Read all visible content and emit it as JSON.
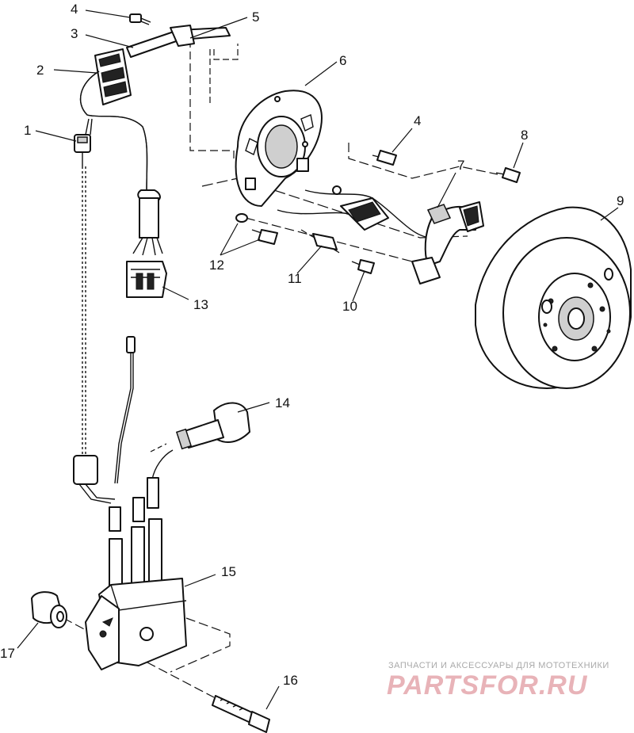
{
  "callouts": [
    {
      "id": "1",
      "text": "1"
    },
    {
      "id": "2",
      "text": "2"
    },
    {
      "id": "3",
      "text": "3"
    },
    {
      "id": "4a",
      "text": "4"
    },
    {
      "id": "4b",
      "text": "4"
    },
    {
      "id": "5",
      "text": "5"
    },
    {
      "id": "6",
      "text": "6"
    },
    {
      "id": "7",
      "text": "7"
    },
    {
      "id": "8",
      "text": "8"
    },
    {
      "id": "9",
      "text": "9"
    },
    {
      "id": "10",
      "text": "10"
    },
    {
      "id": "11",
      "text": "11"
    },
    {
      "id": "12",
      "text": "12"
    },
    {
      "id": "13",
      "text": "13"
    },
    {
      "id": "14",
      "text": "14"
    },
    {
      "id": "15",
      "text": "15"
    },
    {
      "id": "16",
      "text": "16"
    },
    {
      "id": "17",
      "text": "17"
    }
  ],
  "watermark": {
    "tagline": "ЗАПЧАСТИ И АКСЕССУАРЫ ДЛЯ МОТОТЕХНИКИ",
    "brand": "PARTSFOR.RU"
  }
}
